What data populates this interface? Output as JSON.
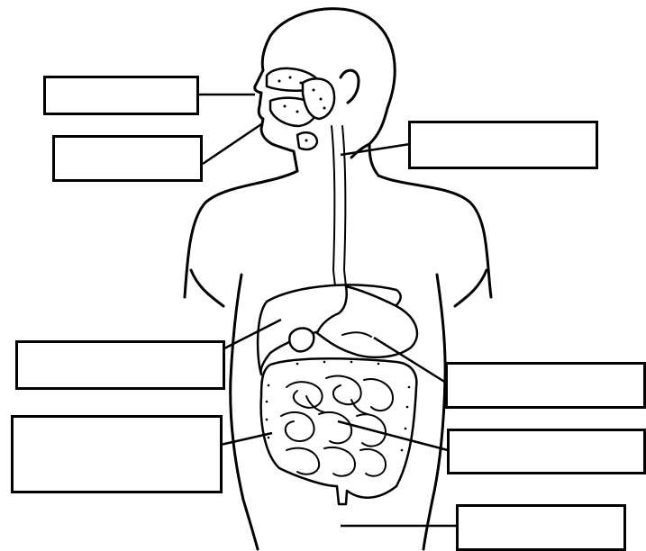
{
  "diagram": {
    "line_color": "#000000",
    "background_color": "#ffffff",
    "labels": [
      {
        "id": "mouth",
        "text": ""
      },
      {
        "id": "salivary-glands",
        "text": ""
      },
      {
        "id": "esophagus",
        "text": ""
      },
      {
        "id": "liver",
        "text": ""
      },
      {
        "id": "stomach",
        "text": ""
      },
      {
        "id": "large-intestine",
        "text": ""
      },
      {
        "id": "small-intestine",
        "text": ""
      },
      {
        "id": "rectum",
        "text": ""
      }
    ]
  }
}
